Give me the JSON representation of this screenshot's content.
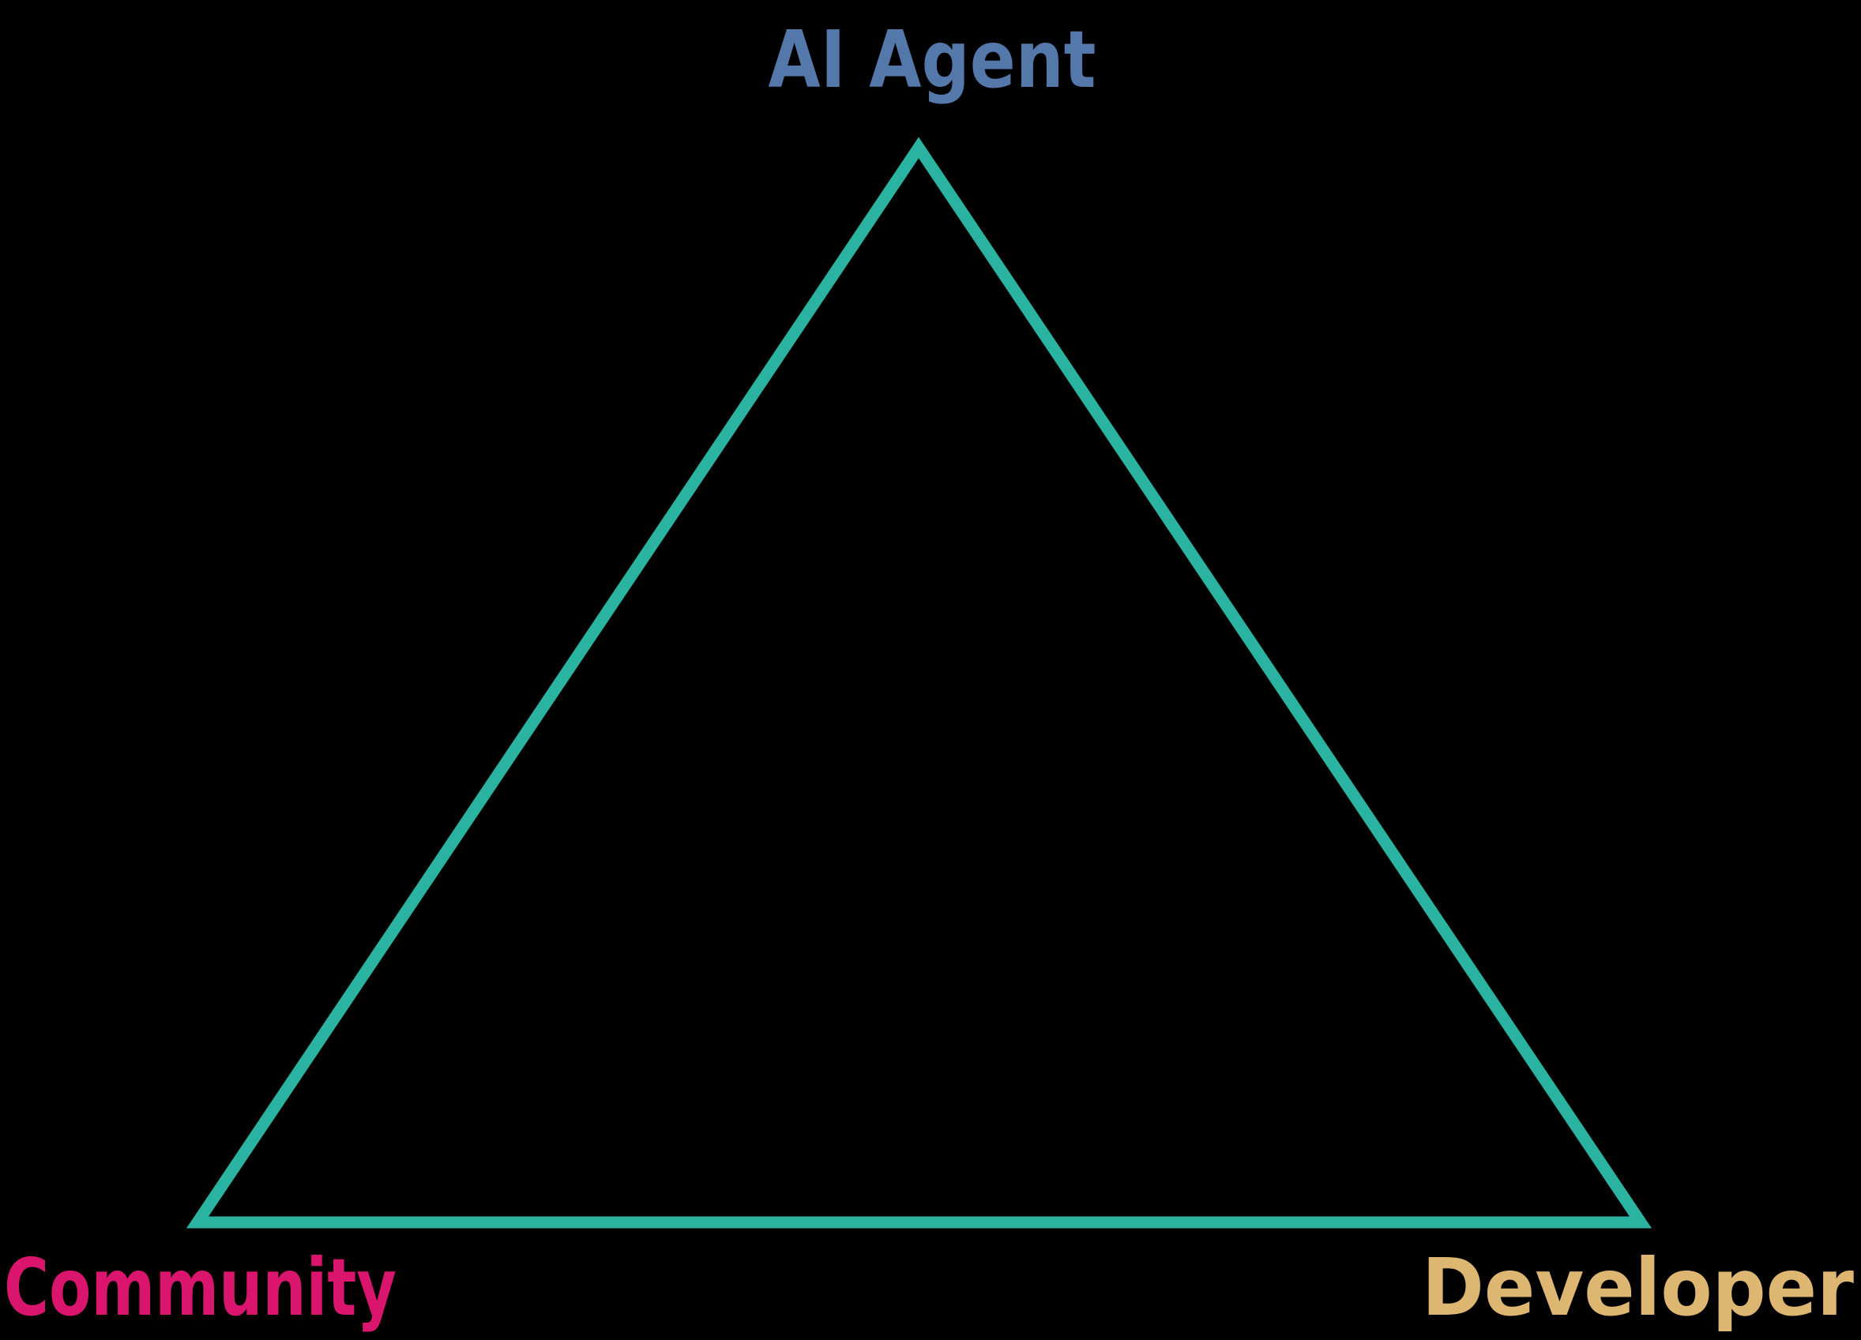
{
  "diagram": {
    "labels": {
      "top": "AI Agent",
      "bottom_left": "Community",
      "bottom_right": "Developer"
    },
    "colors": {
      "background": "#000000",
      "triangle_stroke": "#2ab3a0",
      "top_label": "#5578ab",
      "bottom_left_label": "#d9156e",
      "bottom_right_label": "#ddb671"
    }
  }
}
